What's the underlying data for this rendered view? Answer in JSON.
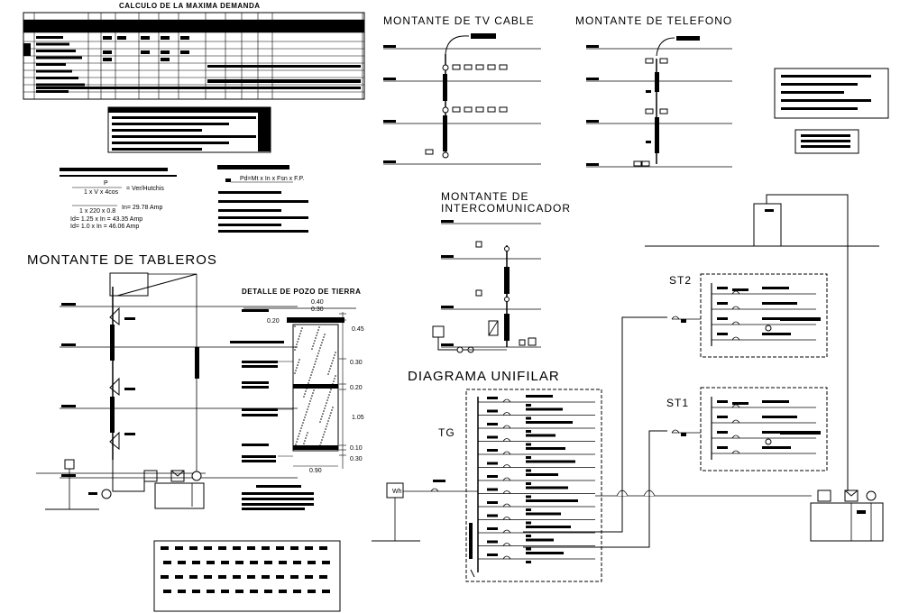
{
  "titles": {
    "calculo": "CALCULO DE LA MAXIMA DEMANDA",
    "tv_cable": "MONTANTE DE TV CABLE",
    "telefono": "MONTANTE DE TELEFONO",
    "intercom_line1": "MONTANTE DE",
    "intercom_line2": "INTERCOMUNICADOR",
    "tableros": "MONTANTE DE TABLEROS",
    "pozo": "DETALLE DE POZO DE TIERRA",
    "unifilar": "DIAGRAMA UNIFILAR",
    "st2": "ST2",
    "st1": "ST1",
    "tg": "TG"
  },
  "pozo_dims": [
    "0.40",
    "0.30",
    "0.20",
    "0.45",
    "0.30",
    "0.20",
    "1.05",
    "0.10",
    "0.30",
    "0.90"
  ],
  "formula": {
    "f1": "P",
    "f2": "1 x V x 4cos",
    "f3": "= Ver/Hutchis",
    "f4": "1 x 220 x 0.8",
    "f5": "In= 29.78 Amp",
    "f6": "Id= 1.25 x In = 43.35 Amp",
    "f7": "Id= 1.0 x In = 46.06 Amp",
    "f8": "Pd=Mt x In x Fsn x F.P."
  },
  "meter_label": "Wh",
  "colors": {
    "ink": "#000000",
    "paper": "#ffffff"
  }
}
